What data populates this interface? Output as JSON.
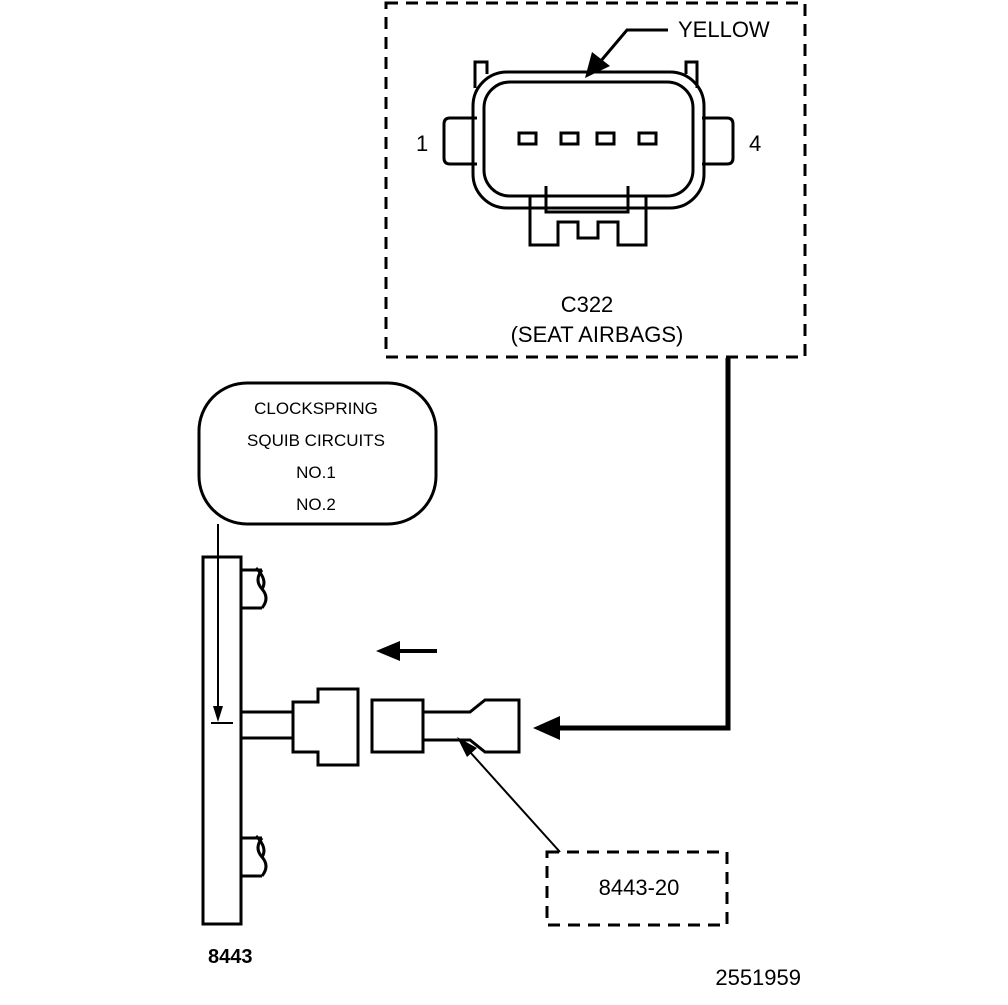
{
  "connector": {
    "color_label": "YELLOW",
    "pin_first": "1",
    "pin_last": "4",
    "id": "C322",
    "description": "(SEAT AIRBAGS)"
  },
  "clockspring": {
    "line1": "CLOCKSPRING",
    "line2": "SQUIB CIRCUITS",
    "line3": "NO.1",
    "line4": "NO.2"
  },
  "adapter": {
    "label": "8443-20"
  },
  "tool": {
    "label": "8443"
  },
  "figure_number": "2551959"
}
